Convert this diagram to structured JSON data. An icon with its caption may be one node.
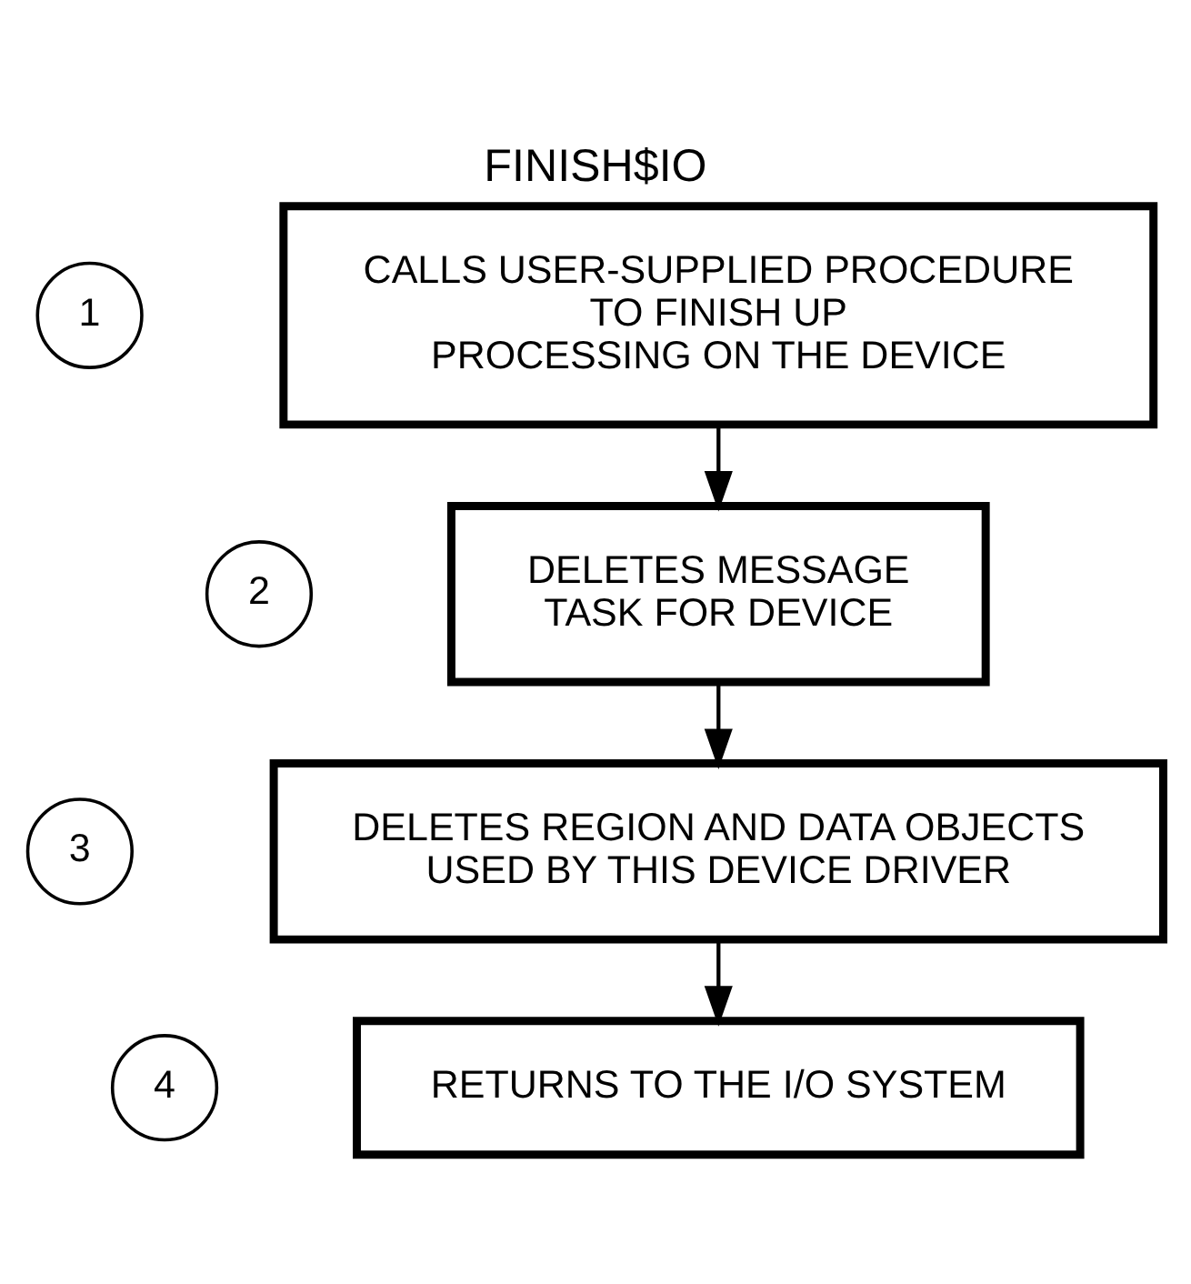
{
  "diagram": {
    "title": "FINISH$IO",
    "nodes": [
      {
        "text": [
          "1"
        ]
      },
      {
        "text": [
          "CALLS USER-SUPPLIED PROCEDURE TO FINISH UP PROCESSING ON THE DEVICE"
        ]
      },
      {
        "text": [
          "2"
        ]
      },
      {
        "text": [
          "DELETES MESSAGE TASK FOR DEVICE"
        ]
      },
      {
        "text": [
          "3"
        ]
      },
      {
        "text": [
          "DELETES REGION AND DATA OBJECTS USED BY THIS DEVICE DRIVER"
        ]
      },
      {
        "text": [
          "4"
        ]
      },
      {
        "text": [
          "RETURNS TO THE I/O SYSTEM"
        ]
      }
    ],
    "edges": [
      {
        "from": 1,
        "to": 3,
        "arrow": "to"
      },
      {
        "from": 3,
        "to": 5,
        "arrow": "to"
      },
      {
        "from": 5,
        "to": 7,
        "arrow": "to"
      }
    ]
  }
}
